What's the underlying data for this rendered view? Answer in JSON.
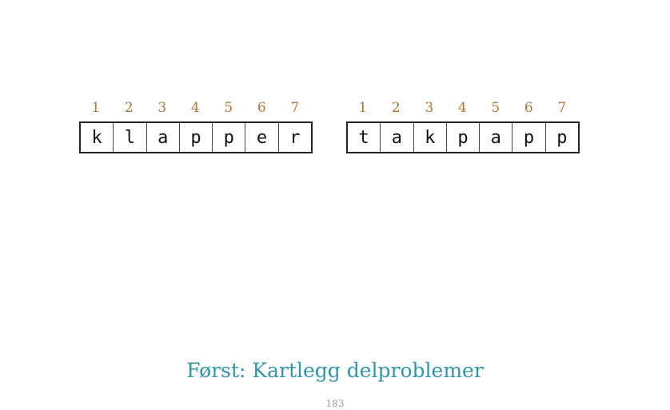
{
  "arrays": [
    {
      "indices": [
        "1",
        "2",
        "3",
        "4",
        "5",
        "6",
        "7"
      ],
      "chars": [
        "k",
        "l",
        "a",
        "p",
        "p",
        "e",
        "r"
      ]
    },
    {
      "indices": [
        "1",
        "2",
        "3",
        "4",
        "5",
        "6",
        "7"
      ],
      "chars": [
        "t",
        "a",
        "k",
        "p",
        "a",
        "p",
        "p"
      ]
    }
  ],
  "title": "Først: Kartlegg delproblemer",
  "page_number": "183",
  "colors": {
    "index": "#b87333",
    "title": "#2f97ad",
    "page_number": "#9a9a9a"
  }
}
